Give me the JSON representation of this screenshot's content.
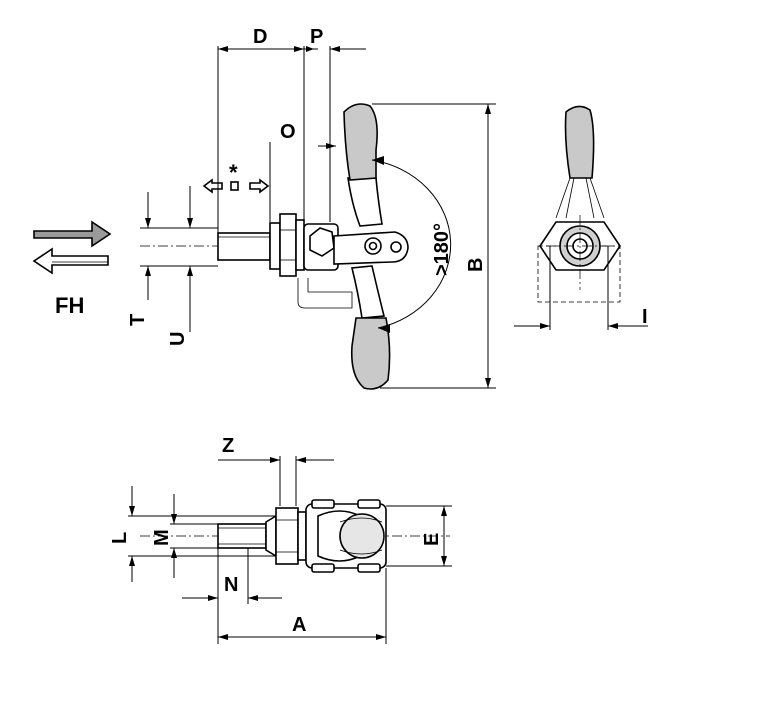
{
  "labels": {
    "fh": "FH",
    "d": "D",
    "p": "P",
    "o": "O",
    "star": "*",
    "t": "T",
    "u": "U",
    "b": "B",
    "angle": ">180°",
    "i": "I",
    "z": "Z",
    "l": "L",
    "m": "M",
    "e": "E",
    "n": "N",
    "a": "A"
  }
}
